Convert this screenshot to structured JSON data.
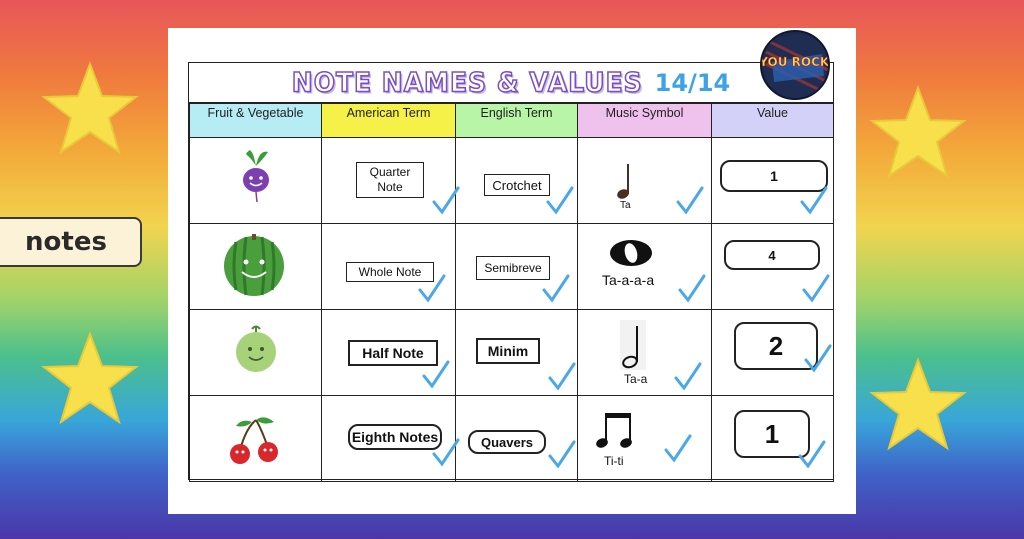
{
  "side_label": "notes",
  "sheet": {
    "title": "NOTE NAMES & VALUES",
    "score": "14/14",
    "badge_text": "YOU ROCK!"
  },
  "headers": [
    "Fruit & Vegetable",
    "American Term",
    "English Term",
    "Music Symbol",
    "Value"
  ],
  "rows": [
    {
      "fruit_icon": "beet-icon",
      "american": "Quarter Note",
      "english": "Crotchet",
      "symbol": "quarter-note-icon",
      "rhythm": "Ta",
      "value": "1"
    },
    {
      "fruit_icon": "watermelon-icon",
      "american": "Whole Note",
      "english": "Semibreve",
      "symbol": "whole-note-icon",
      "rhythm": "Ta-a-a-a",
      "value": "4"
    },
    {
      "fruit_icon": "melon-icon",
      "american": "Half Note",
      "english": "Minim",
      "symbol": "half-note-icon",
      "rhythm": "Ta-a",
      "value": "2"
    },
    {
      "fruit_icon": "cherries-icon",
      "american": "Eighth Notes",
      "english": "Quavers",
      "symbol": "eighth-notes-icon",
      "rhythm": "Ti-ti",
      "value": "1"
    }
  ],
  "colors": {
    "check": "#4aa8e8",
    "star": "#f7e04c",
    "title_outline": "#7b4fc4",
    "score": "#3ea3e6"
  }
}
